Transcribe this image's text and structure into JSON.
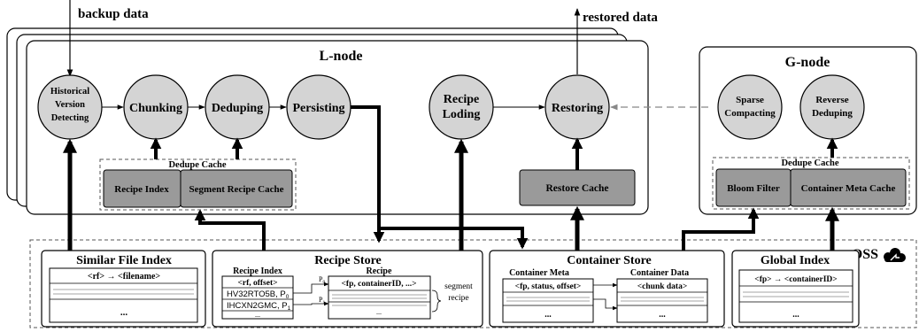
{
  "io": {
    "backup_data": "backup data",
    "restored_data": "restored data"
  },
  "lnode": {
    "title": "L-node",
    "circles": {
      "hvd": [
        "Historical",
        "Version",
        "Detecting"
      ],
      "chunking": [
        "Chunking"
      ],
      "deduping": [
        "Deduping"
      ],
      "persisting": [
        "Persisting"
      ],
      "recipe_loading": [
        "Recipe",
        "Loding"
      ],
      "restoring": [
        "Restoring"
      ]
    },
    "dedupe_cache": {
      "title": "Dedupe Cache",
      "recipe_index": "Recipe Index",
      "segment_recipe_cache": "Segment Recipe Cache"
    },
    "restore_cache": "Restore Cache"
  },
  "gnode": {
    "title": "G-node",
    "circles": {
      "sparse": [
        "Sparse",
        "Compacting"
      ],
      "reverse": [
        "Reverse",
        "Deduping"
      ]
    },
    "dedupe_cache": {
      "title": "Dedupe Cache",
      "bloom_filter": "Bloom Filter",
      "container_meta_cache": "Container Meta Cache"
    }
  },
  "oss": {
    "label": "OSS",
    "icon": "cloud-icon"
  },
  "similar_file_index": {
    "title": "Similar File Index",
    "entry": "<rf> → <filename>",
    "ellipsis": "..."
  },
  "recipe_store": {
    "title": "Recipe Store",
    "index_title": "Recipe Index",
    "index_header": "<rf, offset>",
    "index_rows": [
      "HV32RTO5B, P",
      "IHCXN2GMC, P"
    ],
    "index_row_subs": [
      "0",
      "1"
    ],
    "index_ellipsis": "...",
    "recipe_title": "Recipe",
    "recipe_header": "<fp, containerID, ...>",
    "recipe_ellipsis": "...",
    "pointer_labels": [
      "P",
      "P"
    ],
    "pointer_subs": [
      "0",
      "1"
    ],
    "segment_recipe": [
      "segment",
      "recipe"
    ]
  },
  "container_store": {
    "title": "Container Store",
    "meta_title": "Container Meta",
    "meta_header": "<fp, status, offset>",
    "meta_ellipsis": "...",
    "data_title": "Container Data",
    "data_header": "<chunk data>",
    "data_ellipsis": "..."
  },
  "global_index": {
    "title": "Global Index",
    "entry": "<fp> → <containerID>",
    "ellipsis": "..."
  }
}
